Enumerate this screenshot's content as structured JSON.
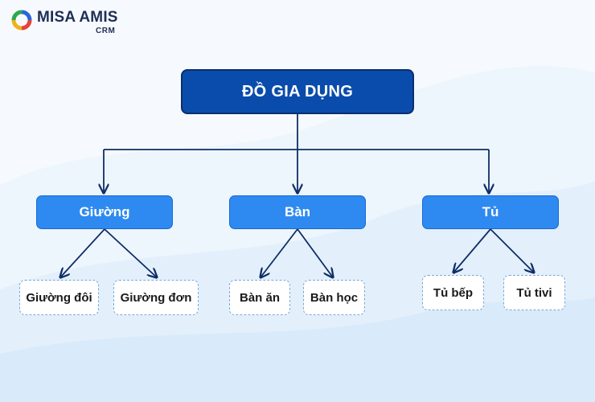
{
  "logo": {
    "brand": "MISA AMIS",
    "product": "CRM",
    "icon": "misa-ring-logo"
  },
  "colors": {
    "root_fill": "#0a4cab",
    "category_fill": "#2e8af0",
    "leaf_fill": "#ffffff",
    "connector": "#0f2d66",
    "background": "#eef6fd"
  },
  "diagram": {
    "root": "ĐỒ GIA DỤNG",
    "categories": [
      {
        "label": "Giường",
        "children": [
          "Giường đôi",
          "Giường đơn"
        ]
      },
      {
        "label": "Bàn",
        "children": [
          "Bàn ăn",
          "Bàn học"
        ]
      },
      {
        "label": "Tủ",
        "children": [
          "Tủ bếp",
          "Tủ tivi"
        ]
      }
    ]
  }
}
